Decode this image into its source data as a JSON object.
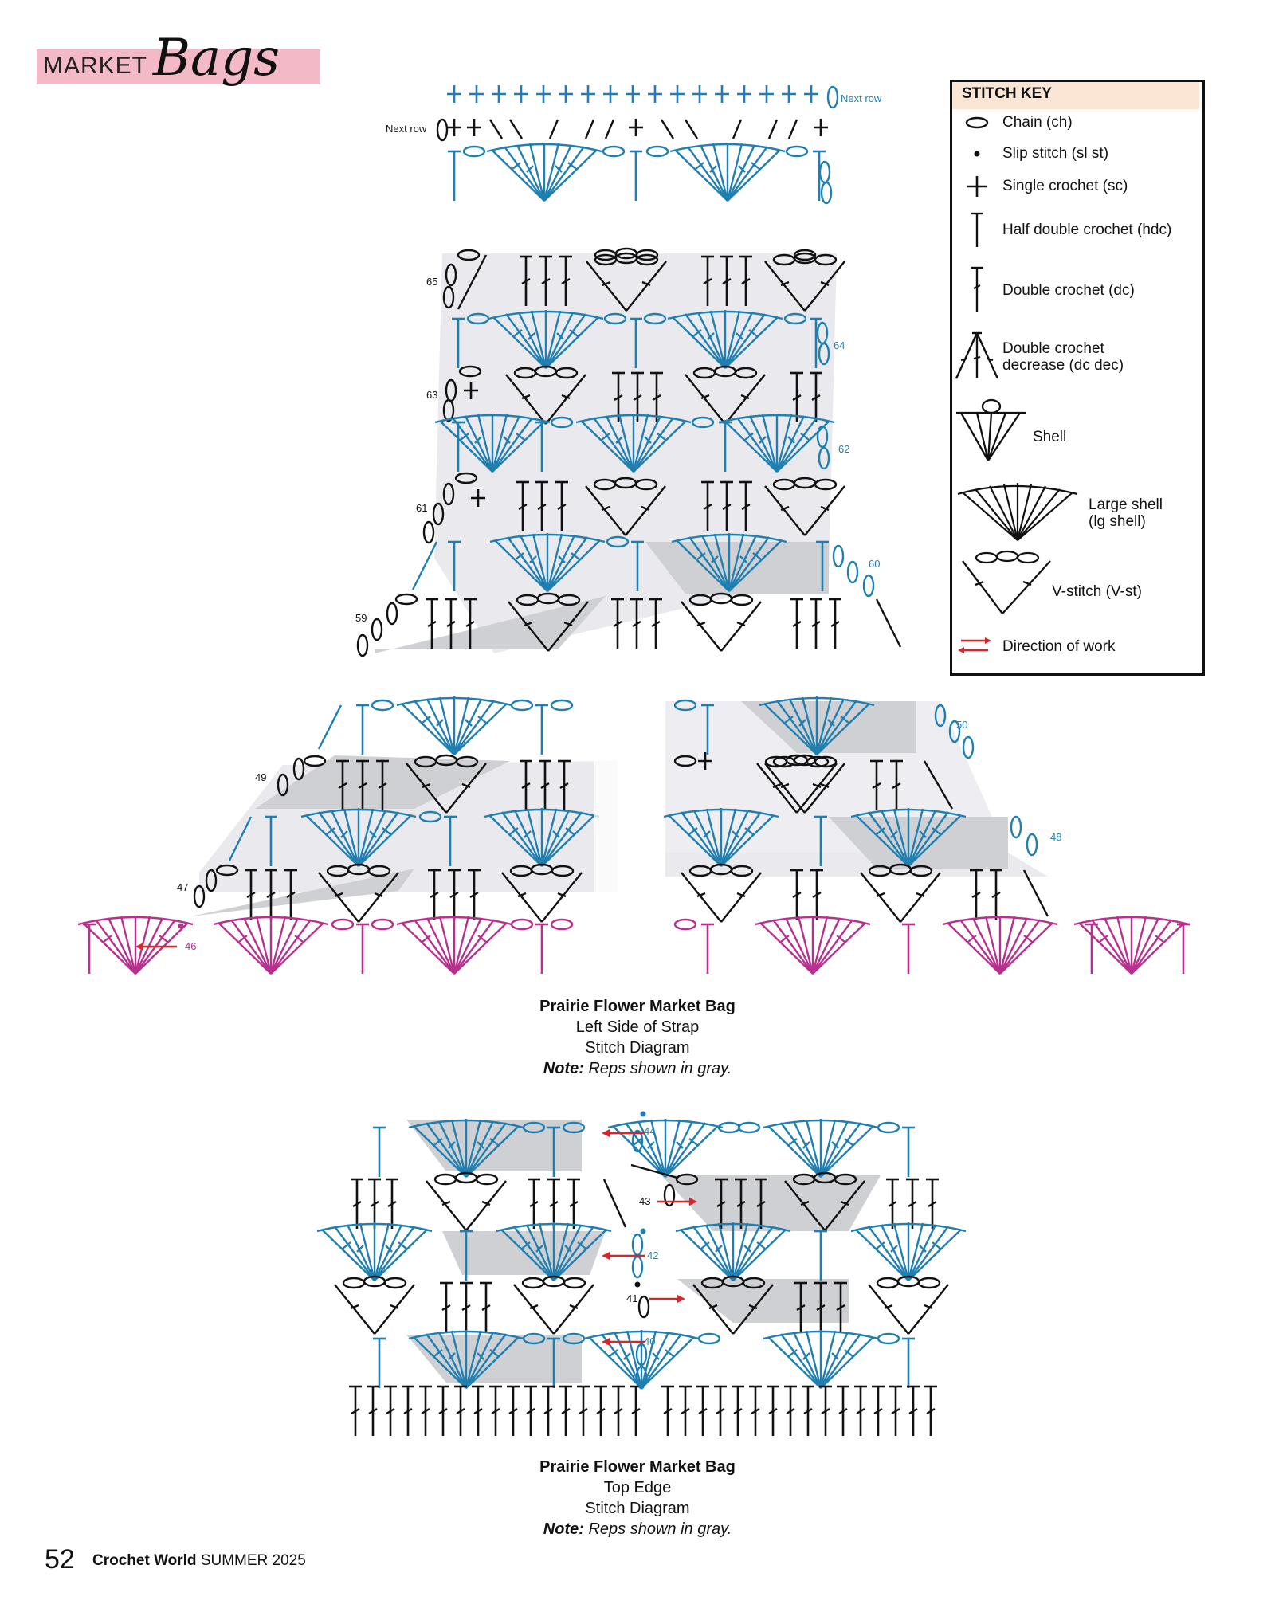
{
  "header": {
    "section_word": "MARKET",
    "section_script": "Bags"
  },
  "diagram1": {
    "next_row_right": "Next row",
    "next_row_left": "Next row",
    "row_labels": [
      "65",
      "64",
      "63",
      "62",
      "61",
      "60",
      "59"
    ]
  },
  "diagram2": {
    "row_labels": [
      "50",
      "49",
      "48",
      "47",
      "46"
    ]
  },
  "diagram3": {
    "row_labels": [
      "44",
      "43",
      "42",
      "41",
      "40"
    ]
  },
  "stitch_key": {
    "title": "STITCH KEY",
    "items": [
      {
        "icon": "chain-icon",
        "label": "Chain (ch)"
      },
      {
        "icon": "slip-stitch-icon",
        "label": "Slip stitch (sl st)"
      },
      {
        "icon": "single-crochet-icon",
        "label": "Single crochet (sc)"
      },
      {
        "icon": "half-double-crochet-icon",
        "label": "Half double crochet (hdc)"
      },
      {
        "icon": "double-crochet-icon",
        "label": "Double crochet (dc)"
      },
      {
        "icon": "dc-decrease-icon",
        "label_line1": "Double crochet",
        "label_line2": "decrease (dc dec)"
      },
      {
        "icon": "shell-icon",
        "label": "Shell"
      },
      {
        "icon": "large-shell-icon",
        "label_line1": "Large shell",
        "label_line2": "(lg shell)"
      },
      {
        "icon": "v-stitch-icon",
        "label": "V-stitch (V-st)"
      },
      {
        "icon": "direction-arrows-icon",
        "label": "Direction of work"
      }
    ]
  },
  "caption1": {
    "title": "Prairie Flower Market Bag",
    "line2": "Left Side of Strap",
    "line3": "Stitch Diagram",
    "note_label": "Note:",
    "note_text": "Reps shown in gray."
  },
  "caption2": {
    "title": "Prairie Flower Market Bag",
    "line2": "Top Edge",
    "line3": "Stitch Diagram",
    "note_label": "Note:",
    "note_text": "Reps shown in gray."
  },
  "footer": {
    "page_number": "52",
    "magazine": "Crochet World",
    "issue": "SUMMER 2025"
  },
  "colors": {
    "blue": "#1f7fb0",
    "black": "#111111",
    "magenta": "#b8308f",
    "gray": "#cfd0d4",
    "red": "#d7262b",
    "pink": "#f4b9c6"
  }
}
